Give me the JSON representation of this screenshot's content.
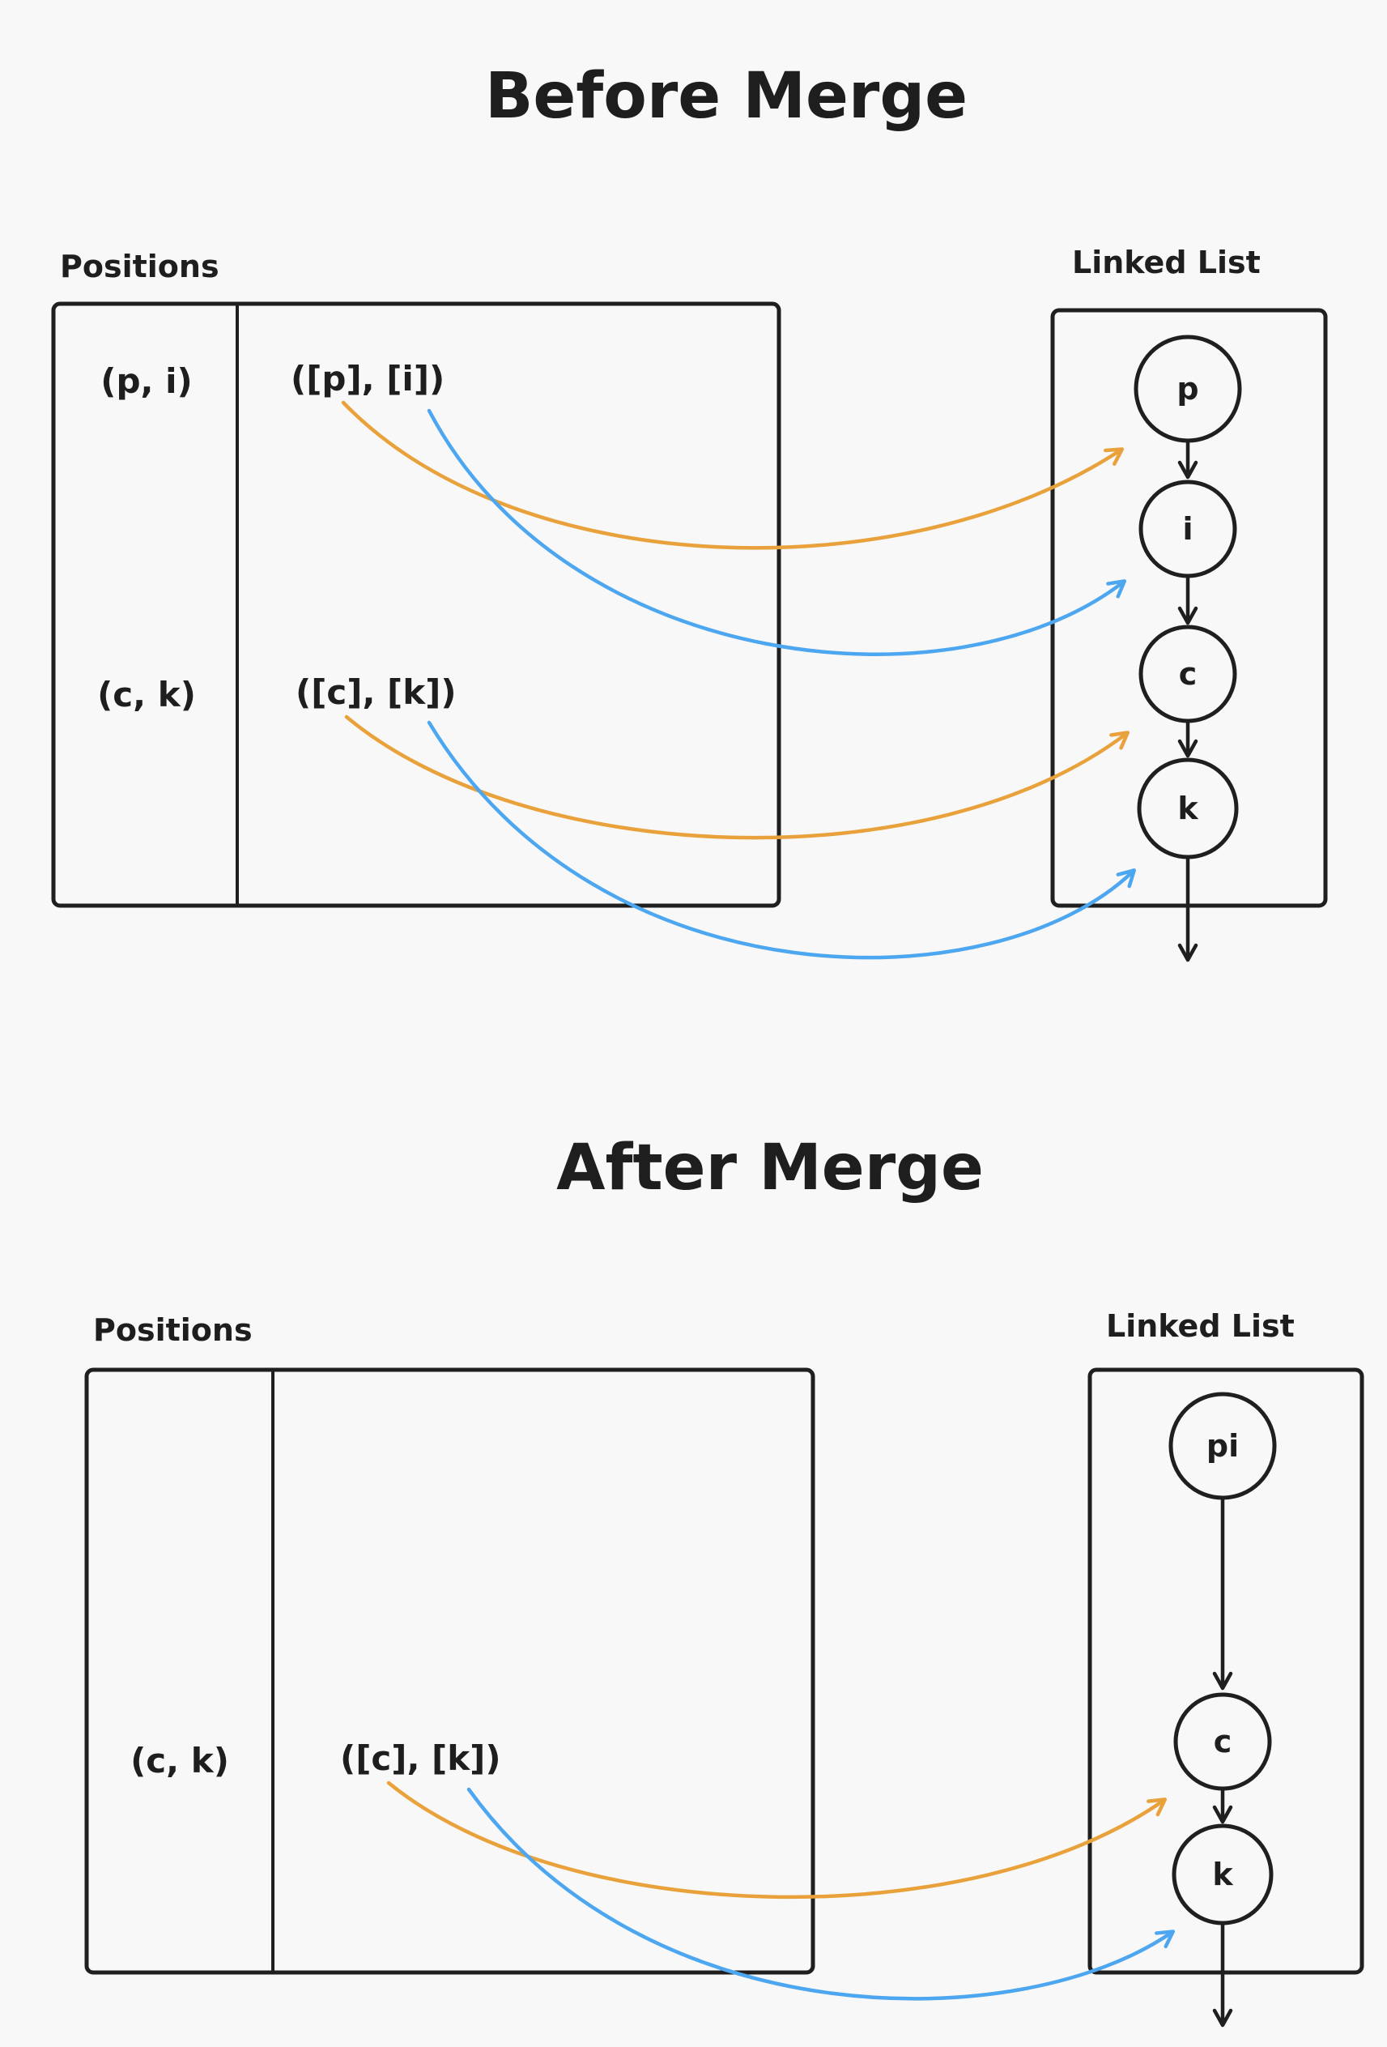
{
  "colors": {
    "background": "#f8f8f8",
    "stroke": "#1f1f1f",
    "orange": "#e9a23b",
    "blue": "#4da6f0",
    "text": "#1e1e1e"
  },
  "before": {
    "title": "Before Merge",
    "positions_label": "Positions",
    "linked_list_label": "Linked List",
    "rows": [
      {
        "key": "(p, i)",
        "value": "([p], [i])"
      },
      {
        "key": "(c, k)",
        "value": "([c], [k])"
      }
    ],
    "nodes": [
      "p",
      "i",
      "c",
      "k"
    ],
    "references": [
      {
        "from": "[p]",
        "to": "p",
        "color": "orange"
      },
      {
        "from": "[i]",
        "to": "i",
        "color": "blue"
      },
      {
        "from": "[c]",
        "to": "c",
        "color": "orange"
      },
      {
        "from": "[k]",
        "to": "k",
        "color": "blue"
      }
    ]
  },
  "after": {
    "title": "After Merge",
    "positions_label": "Positions",
    "linked_list_label": "Linked List",
    "rows": [
      {
        "key": "(c, k)",
        "value": "([c], [k])"
      }
    ],
    "nodes": [
      "pi",
      "c",
      "k"
    ],
    "references": [
      {
        "from": "[c]",
        "to": "c",
        "color": "orange"
      },
      {
        "from": "[k]",
        "to": "k",
        "color": "blue"
      }
    ]
  }
}
